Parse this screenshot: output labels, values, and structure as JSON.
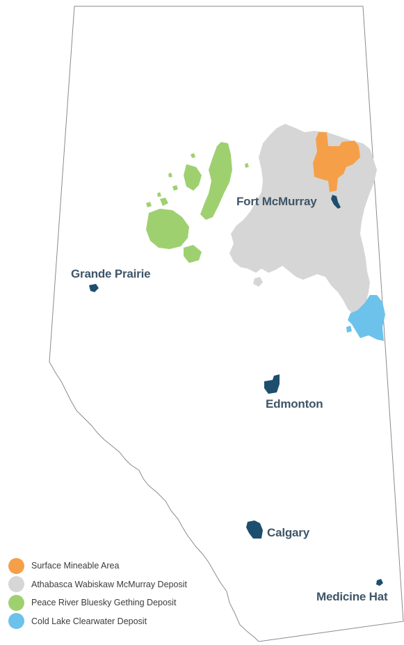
{
  "colors": {
    "surface_mineable": "#f5a048",
    "athabasca": "#d6d6d6",
    "peace_river": "#9fd070",
    "cold_lake": "#6cc2ea",
    "city": "#1d4e6e",
    "label": "#3f5567",
    "border": "#8a8a8a"
  },
  "cities": [
    {
      "id": "fort-mcmurray",
      "label": "Fort McMurray"
    },
    {
      "id": "grande-prairie",
      "label": "Grande Prairie"
    },
    {
      "id": "edmonton",
      "label": "Edmonton"
    },
    {
      "id": "calgary",
      "label": "Calgary"
    },
    {
      "id": "medicine-hat",
      "label": "Medicine Hat"
    }
  ],
  "legend": [
    {
      "label": "Surface Mineable Area",
      "color": "#f5a048"
    },
    {
      "label": "Athabasca Wabiskaw McMurray Deposit",
      "color": "#d6d6d6"
    },
    {
      "label": "Peace River Bluesky Gething Deposit",
      "color": "#9fd070"
    },
    {
      "label": "Cold Lake Clearwater Deposit",
      "color": "#6cc2ea"
    }
  ]
}
